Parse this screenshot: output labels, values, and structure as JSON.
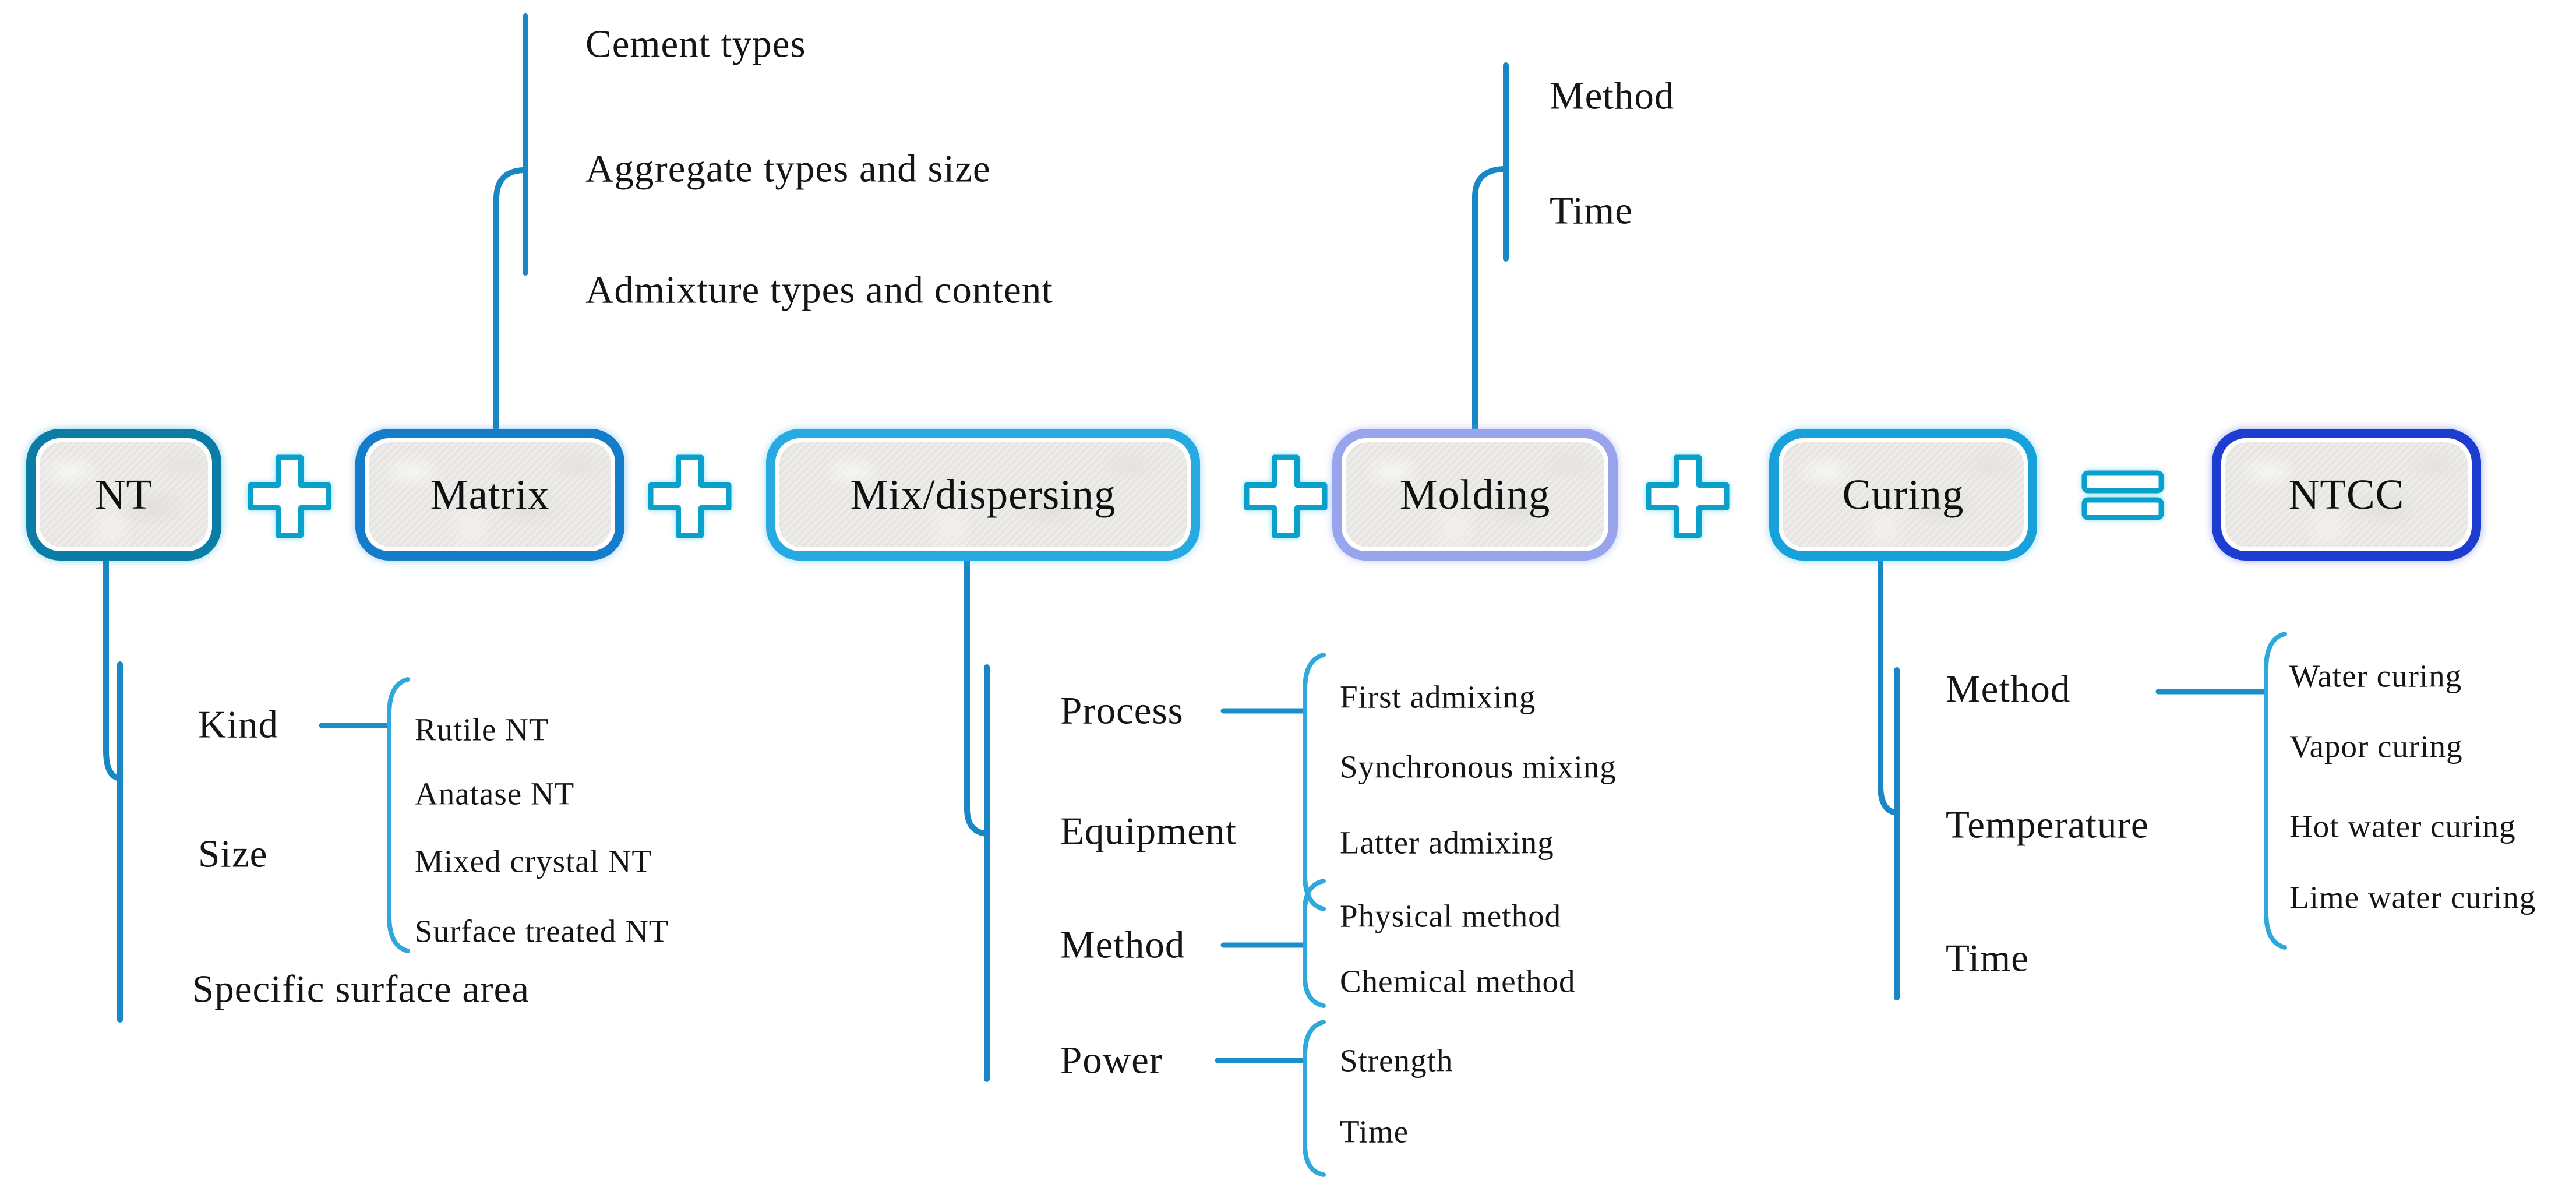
{
  "diagram": {
    "stages": [
      {
        "label": "NT",
        "border_color": "#0b7ca6"
      },
      {
        "label": "Matrix",
        "border_color": "#147cc8"
      },
      {
        "label": "Mix/dispersing",
        "border_color": "#27a9e2"
      },
      {
        "label": "Molding",
        "border_color": "#98a5ec"
      },
      {
        "label": "Curing",
        "border_color": "#18a0da"
      },
      {
        "label": "NTCC",
        "border_color": "#1d3cd0"
      }
    ],
    "operators": [
      {
        "symbol": "+"
      },
      {
        "symbol": "+"
      },
      {
        "symbol": "+"
      },
      {
        "symbol": "+"
      },
      {
        "symbol": "="
      }
    ],
    "annotations": {
      "matrix_above": {
        "items": [
          "Cement types",
          "Aggregate types and size",
          "Admixture types and content"
        ]
      },
      "molding_above": {
        "items": [
          "Method",
          "Time"
        ]
      },
      "nt_below": {
        "kind_label": "Kind",
        "kind_items": [
          "Rutile NT",
          "Anatase NT",
          "Mixed crystal NT",
          "Surface treated NT"
        ],
        "size_label": "Size",
        "specific_surface_area_label": "Specific surface area"
      },
      "mix_below": {
        "process_label": "Process",
        "equipment_label": "Equipment",
        "process_equipment_items": [
          "First admixing",
          "Synchronous mixing",
          "Latter admixing"
        ],
        "method_label": "Method",
        "method_items": [
          "Physical method",
          "Chemical method"
        ],
        "power_label": "Power",
        "power_items": [
          "Strength",
          "Time"
        ]
      },
      "curing_below": {
        "method_label": "Method",
        "method_items": [
          "Water curing",
          "Vapor curing",
          "Hot water curing",
          "Lime water curing"
        ],
        "temperature_label": "Temperature",
        "time_label": "Time"
      }
    },
    "colors": {
      "line": "#1987c5",
      "brace": "#2fa8dc",
      "operator_stroke": "#0aa0cc",
      "text": "#151515",
      "box_fill": "#ebe9e6"
    }
  }
}
